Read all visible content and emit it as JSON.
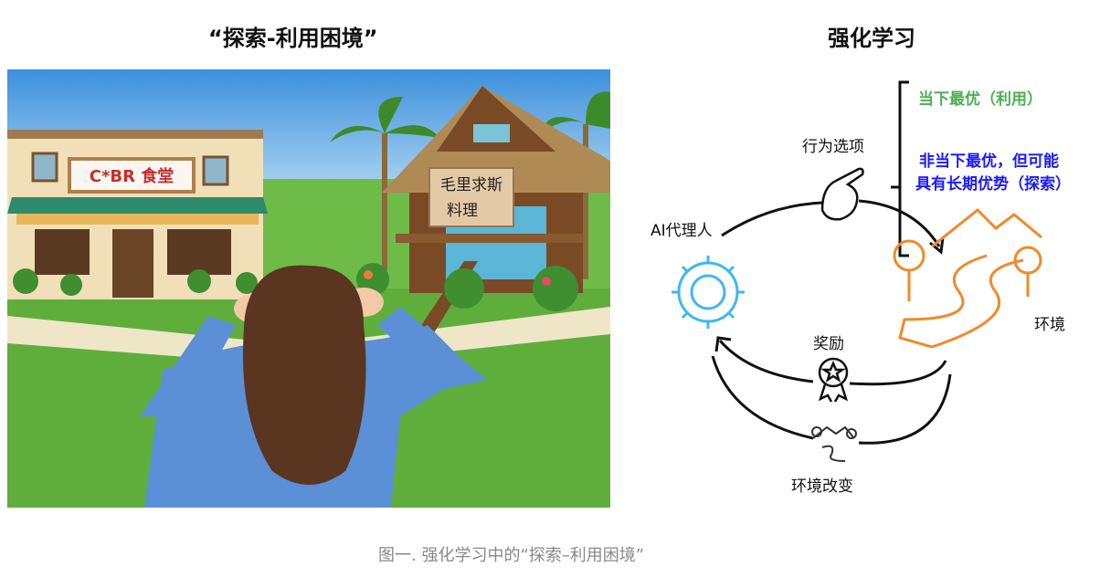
{
  "left_panel": {
    "title": "“探索-利用困境”",
    "sign_cafeteria": "C*BR 食堂",
    "sign_mauritius_line1": "毛里求斯",
    "sign_mauritius_line2": "料理"
  },
  "right_panel": {
    "title": "强化学习",
    "action_options": "行为选项",
    "exploit_option": "当下最优（利用）",
    "explore_option_line1": "非当下最优，但可能",
    "explore_option_line2": "具有长期优势（探索）",
    "agent": "AI代理人",
    "environment": "环境",
    "reward": "奖励",
    "environment_change": "环境改变",
    "colors": {
      "exploit": "#4caf50",
      "explore": "#1a1aff",
      "agent": "#3fb8f0",
      "environment": "#f08a2a"
    }
  },
  "caption": "图一. 强化学习中的“探索–利用困境”"
}
